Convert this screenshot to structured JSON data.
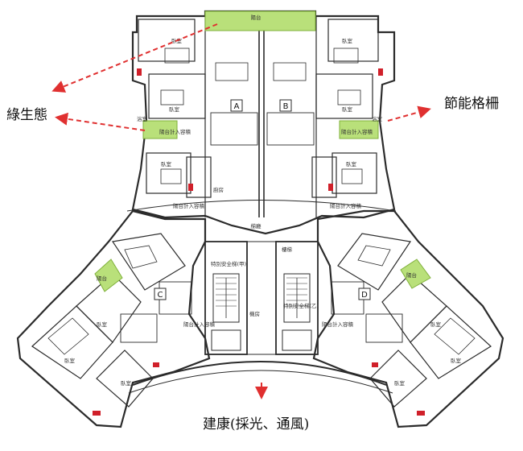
{
  "callouts": {
    "green_ecology": "綠生態",
    "energy_grille": "節能格柵",
    "orientation": "建康(採光、通風)"
  },
  "unit_labels": [
    "A",
    "B",
    "C",
    "D"
  ],
  "room_labels": {
    "balcony": "陽台",
    "bedroom": "臥室",
    "bathroom": "浴室",
    "kitchen": "廚房",
    "flower_balcony": "陽台計入容積",
    "stair": "梯廳",
    "elevator_a": "特別安全梯(甲)",
    "elevator_b": "特別安全梯(乙)",
    "lobby": "機房",
    "landing": "樓梯"
  },
  "colors": {
    "wall": "#2b2b2b",
    "green": "#b9e07a",
    "green_stroke": "#7fb03a",
    "arrow": "#e03030",
    "marker": "#d0202a"
  }
}
